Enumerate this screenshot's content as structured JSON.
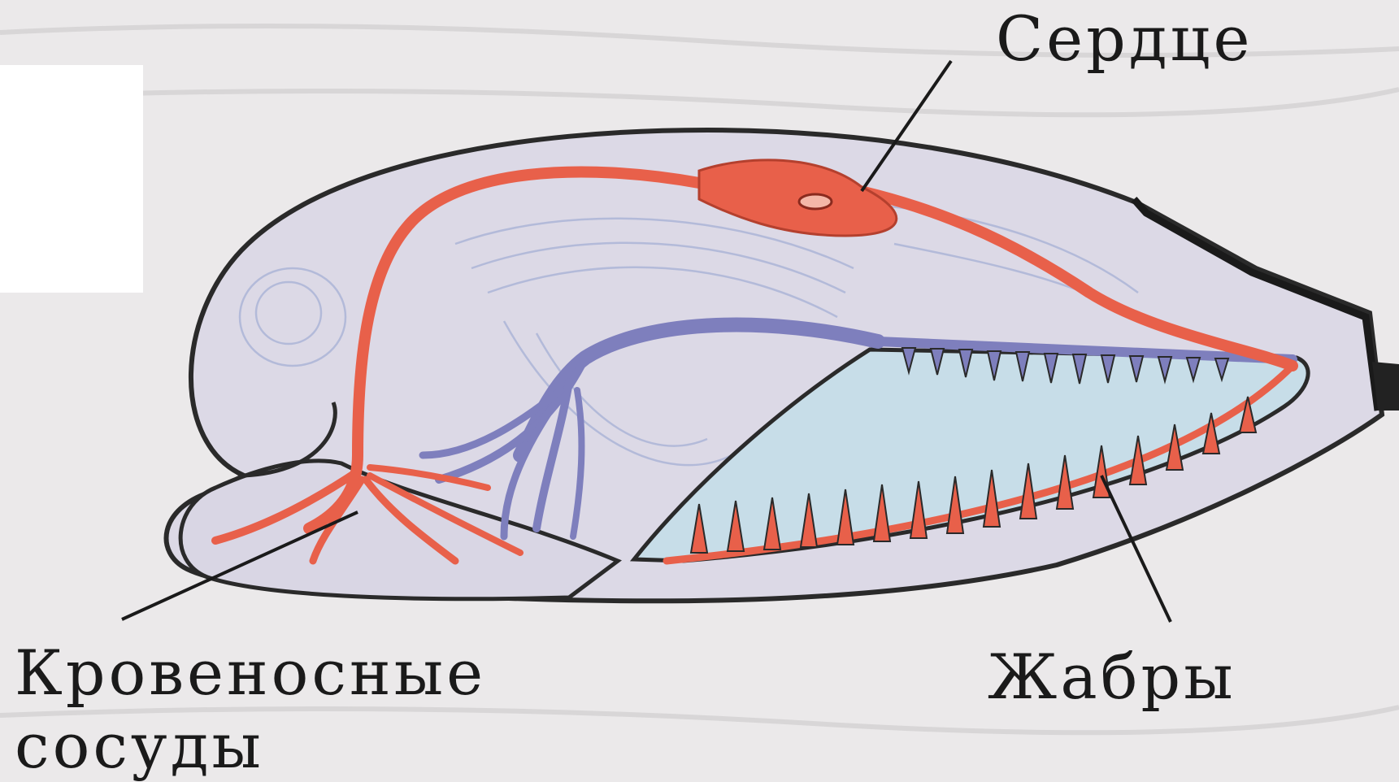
{
  "labels": {
    "heart": "Сердце",
    "vessels_line1": "Кровеносные",
    "vessels_line2": "сосуды",
    "gills": "Жабры"
  },
  "colors": {
    "background": "#ebe9ea",
    "body_fill": "#dcd9e6",
    "outline": "#2a2a2a",
    "artery": "#e8604a",
    "vein": "#7e7fbd",
    "gill_chamber": "#c7dde8"
  }
}
